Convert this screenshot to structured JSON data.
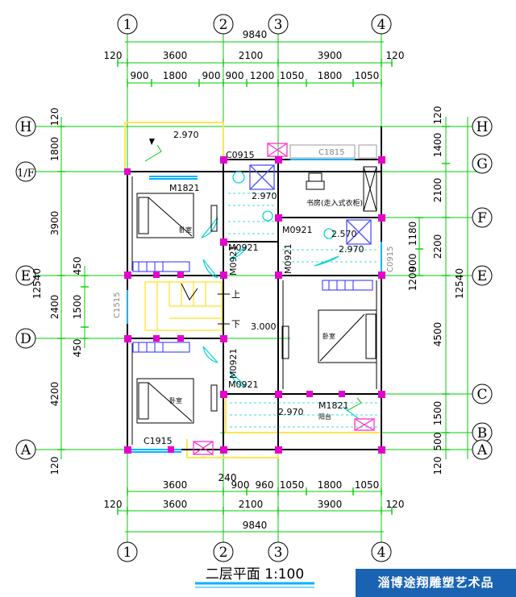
{
  "axes_top": [
    "1",
    "2",
    "3",
    "4"
  ],
  "axes_bottom": [
    "1",
    "2",
    "3",
    "4"
  ],
  "axes_left": [
    "H",
    "1/F",
    "E",
    "D",
    "A"
  ],
  "axes_right": [
    "H",
    "G",
    "F",
    "E",
    "C",
    "B",
    "A"
  ],
  "top_dims": {
    "total": "9840",
    "row2": [
      "120",
      "3600",
      "2100",
      "3900",
      "120"
    ],
    "row3": [
      "900",
      "1800",
      "900",
      "900",
      "1200",
      "1050",
      "1800",
      "1050"
    ]
  },
  "bottom_dims": {
    "total": "9840",
    "row2": [
      "120",
      "3600",
      "2100",
      "3900",
      "120"
    ],
    "row3": [
      "3600",
      "900",
      "960",
      "1050",
      "1800",
      "1050"
    ],
    "extra": "240"
  },
  "left_dims": {
    "outer": [
      "120",
      "1800",
      "3900",
      "2400",
      "4200",
      "120"
    ],
    "inner": [
      "450",
      "1500",
      "450"
    ],
    "total": "12540"
  },
  "right_dims": {
    "outer": [
      "120",
      "1400",
      "2100",
      "2200",
      "4500",
      "1500",
      "500",
      "120"
    ],
    "inner": [
      "1180",
      "900",
      "1200"
    ],
    "total": "12540"
  },
  "room_labels": {
    "elev_balcony_top": "2.970",
    "elev_bath_left": "2.970",
    "elev_bath_right": "2.570",
    "elev_bath_right2": "2.970",
    "elev_stair": "3.000",
    "elev_balcony_bottom": "2.970",
    "study": "书房(走入式衣柜)",
    "bed_top": "卧室",
    "bed_mid": "卧室",
    "bed_bottom": "卧室",
    "balcony": "阳台",
    "stair_up": "上",
    "stair_down": "下"
  },
  "doors": [
    "M1821",
    "M0921",
    "M0921",
    "M0921",
    "M0921",
    "M0921",
    "M0921",
    "M1821"
  ],
  "windows": [
    "C0915",
    "C1815",
    "C1515",
    "C1915",
    "C0915"
  ],
  "title": "二层平面 1:100",
  "watermark": "淄博途翔雕塑艺术品",
  "colors": {
    "axis": "#00cc00",
    "wall": "#000000",
    "column": "#e600cf",
    "window": "#00b3ff",
    "fixture": "#00d4d4",
    "yellow": "#ffe64d",
    "grid_red": "#ff0000",
    "furniture": "#4d4dff"
  }
}
